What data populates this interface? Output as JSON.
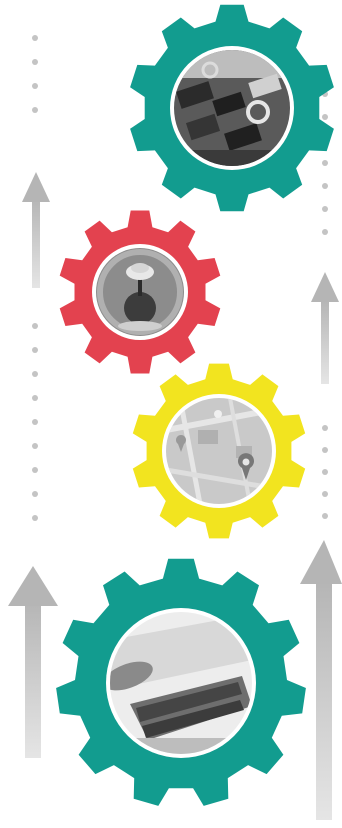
{
  "colors": {
    "background": "#ffffff",
    "dots": "#c4c4c4",
    "arrows": "#b5b5b5",
    "teal": "#129c8f",
    "red": "#e3424f",
    "yellow": "#f2e41f",
    "photo_gray": "#9a9a9a"
  },
  "gears": [
    {
      "name": "gear-top-teal",
      "color": "teal",
      "image": "typewriter-keys-photo"
    },
    {
      "name": "gear-red",
      "color": "red",
      "image": "globe-tree-photo"
    },
    {
      "name": "gear-yellow",
      "color": "yellow",
      "image": "map-pin-photo"
    },
    {
      "name": "gear-bottom-teal",
      "color": "teal",
      "image": "laptop-keyboard-photo"
    }
  ]
}
